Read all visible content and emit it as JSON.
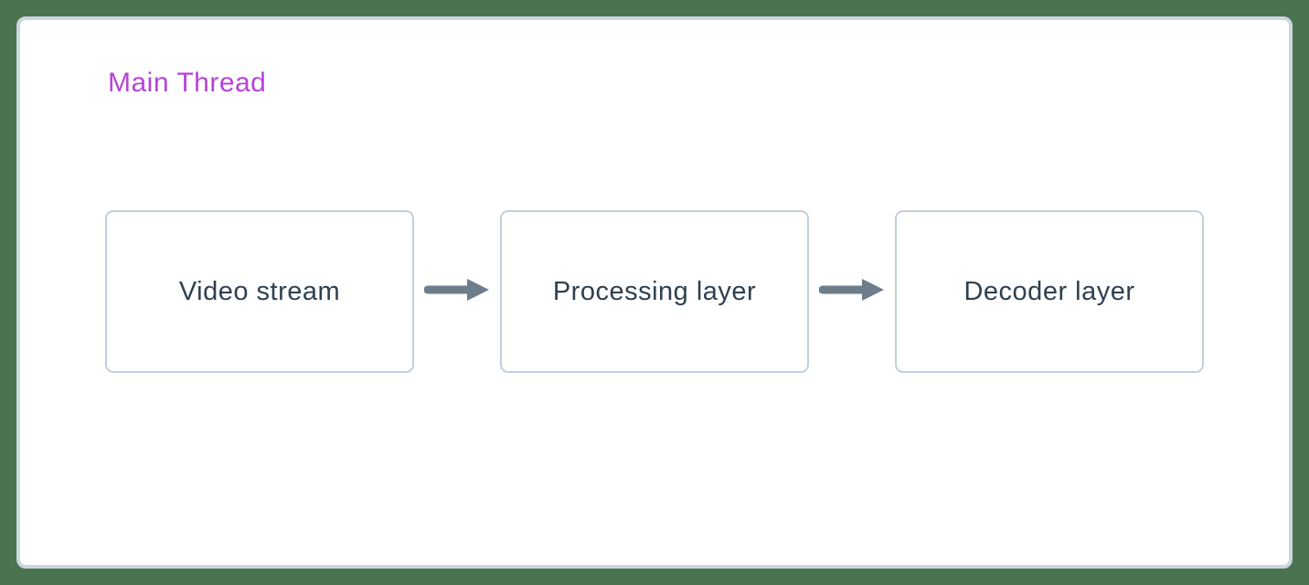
{
  "diagram": {
    "type": "flowchart",
    "frame_label": "Main Thread",
    "nodes": [
      {
        "id": "video-stream",
        "label": "Video stream"
      },
      {
        "id": "processing-layer",
        "label": "Processing layer"
      },
      {
        "id": "decoder-layer",
        "label": "Decoder layer"
      }
    ],
    "edges": [
      {
        "from": "video-stream",
        "to": "processing-layer",
        "style": "arrow-right"
      },
      {
        "from": "processing-layer",
        "to": "decoder-layer",
        "style": "arrow-right"
      }
    ],
    "icons": [
      {
        "name": "arrow-right-icon",
        "glyph": "➡"
      }
    ],
    "colors": {
      "background": "#4a7350",
      "frame_border": "#ccd6e0",
      "frame_fill": "#ffffff",
      "frame_label": "#b644d6",
      "node_border": "#c2cfdb",
      "node_text": "#2f4050",
      "arrow": "#6e7d8b"
    }
  }
}
